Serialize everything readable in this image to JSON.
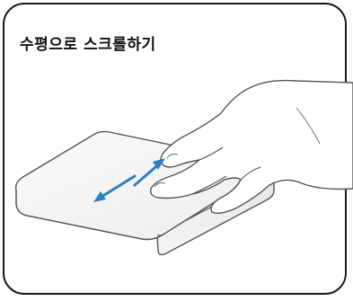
{
  "title": "수평으로 스크롤하기",
  "colors": {
    "frame_border": "#1a1a1a",
    "arrow": "#2d7fc1",
    "outline": "#555555",
    "pad_fill": "#f4f4f4",
    "hand_fill": "#ffffff"
  },
  "icons": {
    "arrow_left": "double-headed-arrow-left",
    "arrow_right": "double-headed-arrow-right"
  }
}
